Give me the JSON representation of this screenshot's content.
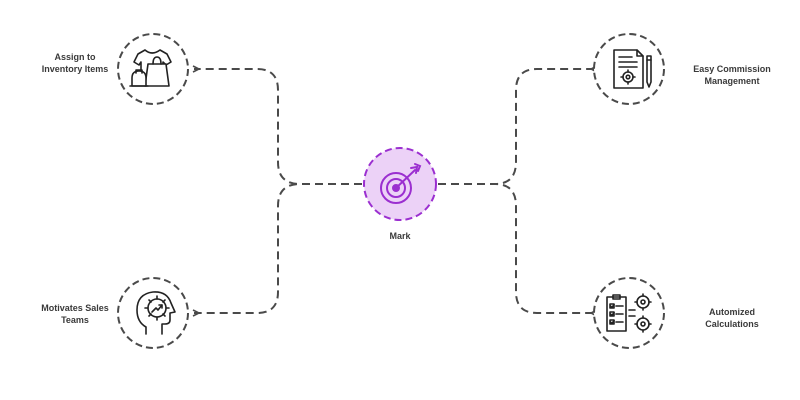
{
  "center": {
    "label": "Mark",
    "icon": "target-arrow-icon",
    "fill": "#ecd2f7",
    "stroke": "#9b2fd0"
  },
  "nodes": [
    {
      "id": "assign-inventory",
      "label": "Assign to\nInventory Items",
      "icon": "clothing-bags-icon"
    },
    {
      "id": "easy-commission",
      "label": "Easy Commission\nManagement",
      "icon": "document-gear-pencil-icon"
    },
    {
      "id": "motivates-sales",
      "label": "Motivates Sales\nTeams",
      "icon": "head-gear-chart-icon"
    },
    {
      "id": "automized-calculations",
      "label": "Automized\nCalculations",
      "icon": "checklist-gears-icon"
    }
  ],
  "colors": {
    "connector": "#4a4a4a",
    "node_border": "#4a4a4a",
    "icon": "#222222",
    "label_text": "#3a3a3a"
  }
}
